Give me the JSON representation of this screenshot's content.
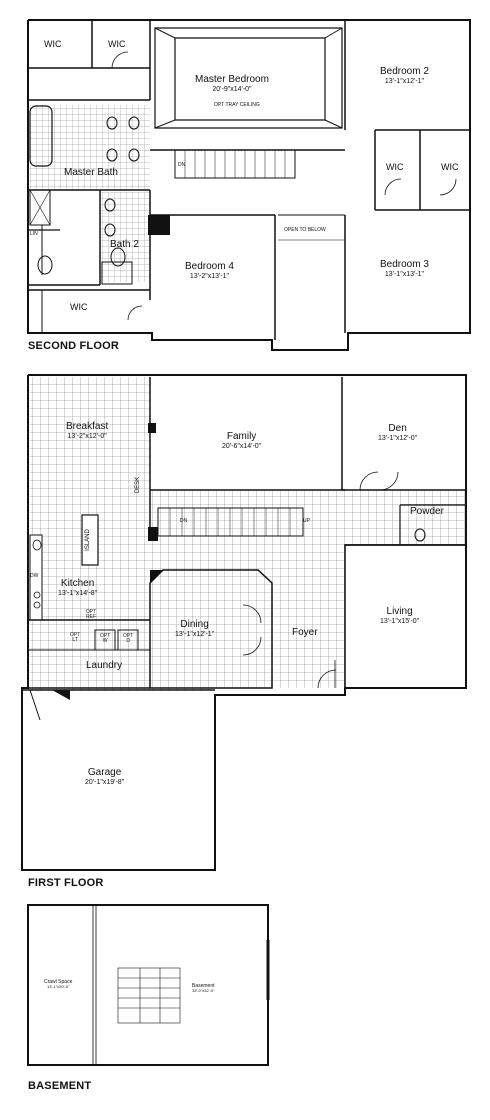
{
  "floors": {
    "second": "SECOND FLOOR",
    "first": "FIRST FLOOR",
    "basement": "BASEMENT"
  },
  "second": {
    "wic_a": "WIC",
    "wic_b": "WIC",
    "master_bedroom": {
      "name": "Master Bedroom",
      "dims": "20'-9\"x14'-0\""
    },
    "tray": "OPT TRAY CEILING",
    "bedroom2": {
      "name": "Bedroom 2",
      "dims": "13'-1\"x12'-1\""
    },
    "master_bath": "Master Bath",
    "dn": "DN",
    "wic_c": "WIC",
    "wic_d": "WIC",
    "lin": "LIN",
    "bath2": "Bath 2",
    "bedroom4": {
      "name": "Bedroom 4",
      "dims": "13'-2\"x13'-1\""
    },
    "open_below": "OPEN TO BELOW",
    "bedroom3": {
      "name": "Bedroom 3",
      "dims": "13'-1\"x13'-1\""
    },
    "wic_e": "WIC"
  },
  "first": {
    "breakfast": {
      "name": "Breakfast",
      "dims": "13'-2\"x12'-0\""
    },
    "family": {
      "name": "Family",
      "dims": "20'-6\"x14'-0\""
    },
    "den": {
      "name": "Den",
      "dims": "13'-1\"x12'-0\""
    },
    "desk": "DESK",
    "dn": "DN",
    "up": "UP",
    "powder": "Powder",
    "island": "ISLAND",
    "dw": "DW",
    "kitchen": {
      "name": "Kitchen",
      "dims": "13'-1\"x14'-8\""
    },
    "opt_ref": "OPT\nREF",
    "opt_ref_a": "OPT",
    "opt_ref_b": "REF",
    "dining": {
      "name": "Dining",
      "dims": "13'-1\"x12'-1\""
    },
    "living": {
      "name": "Living",
      "dims": "13'-1\"x15'-0\""
    },
    "foyer": "Foyer",
    "opt_lt": "OPT\nLT",
    "opt_lt_a": "OPT",
    "opt_lt_b": "LT",
    "opt_w_a": "OPT",
    "opt_w_b": "W",
    "opt_d_a": "OPT",
    "opt_d_b": "D",
    "laundry": "Laundry",
    "garage": {
      "name": "Garage",
      "dims": "20'-1\"x19'-8\""
    }
  },
  "basement": {
    "crawl": {
      "name": "Crawl Space",
      "dims": "13'-1\"x20'-0\""
    },
    "basement_room": {
      "name": "Basement",
      "dims": "33'-0\"x32'-0\""
    }
  }
}
